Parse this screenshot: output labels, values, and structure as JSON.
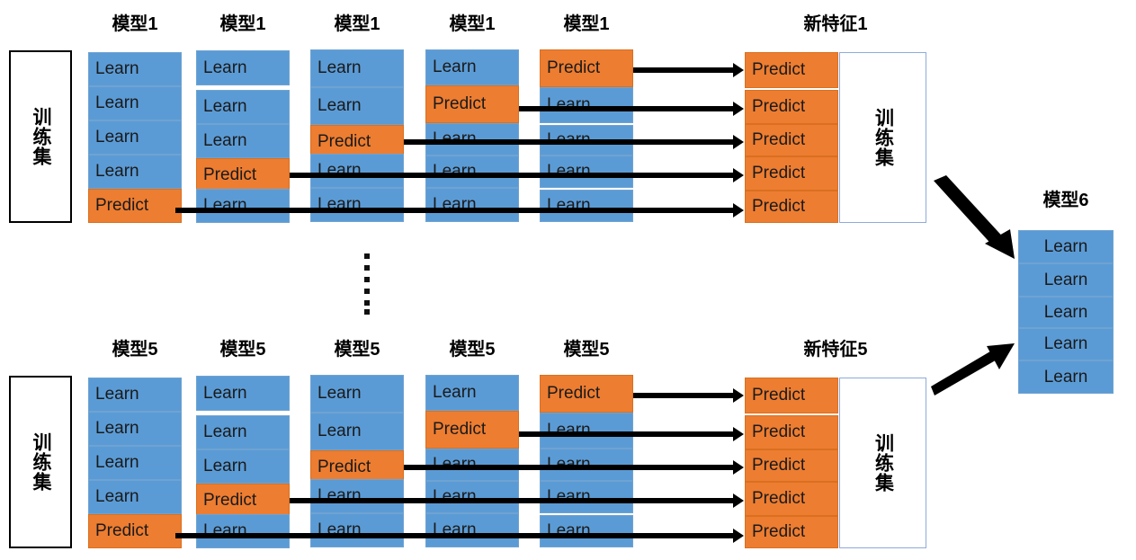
{
  "labels": {
    "learn": "Learn",
    "predict": "Predict",
    "training_set": "训练集",
    "model_top": "模型1",
    "model_bottom": "模型5",
    "newfeat_top": "新特征1",
    "newfeat_bottom": "新特征5",
    "final_model": "模型6"
  },
  "colors": {
    "learn_fill": "#5B9BD5",
    "predict_fill": "#ED7D31",
    "arrow": "#000000",
    "box_border": "#8FAADC",
    "train_border": "#000000"
  },
  "blocks": {
    "top": {
      "header_text": "模型1",
      "newfeature_header": "新特征1",
      "headers": [
        "模型1",
        "模型1",
        "模型1",
        "模型1",
        "模型1"
      ],
      "training_set_label": "训练集",
      "newfeature_training_set_label": "训练集",
      "folds": [
        {
          "index": 1,
          "cells": [
            "Learn",
            "Learn",
            "Learn",
            "Learn",
            "Predict"
          ],
          "predict_row": 5
        },
        {
          "index": 2,
          "cells": [
            "Learn",
            "Learn",
            "Learn",
            "Predict",
            "Learn"
          ],
          "predict_row": 4
        },
        {
          "index": 3,
          "cells": [
            "Learn",
            "Learn",
            "Predict",
            "Learn",
            "Learn"
          ],
          "predict_row": 3
        },
        {
          "index": 4,
          "cells": [
            "Learn",
            "Predict",
            "Learn",
            "Learn",
            "Learn"
          ],
          "predict_row": 2
        },
        {
          "index": 5,
          "cells": [
            "Predict",
            "Learn",
            "Learn",
            "Learn",
            "Learn"
          ],
          "predict_row": 1
        }
      ],
      "newfeature_cells": [
        "Predict",
        "Predict",
        "Predict",
        "Predict",
        "Predict"
      ]
    },
    "bottom": {
      "header_text": "模型5",
      "newfeature_header": "新特征5",
      "headers": [
        "模型5",
        "模型5",
        "模型5",
        "模型5",
        "模型5"
      ],
      "training_set_label": "训练集",
      "newfeature_training_set_label": "训练集",
      "folds": [
        {
          "index": 1,
          "cells": [
            "Learn",
            "Learn",
            "Learn",
            "Learn",
            "Predict"
          ],
          "predict_row": 5
        },
        {
          "index": 2,
          "cells": [
            "Learn",
            "Learn",
            "Learn",
            "Predict",
            "Learn"
          ],
          "predict_row": 4
        },
        {
          "index": 3,
          "cells": [
            "Learn",
            "Learn",
            "Predict",
            "Learn",
            "Learn"
          ],
          "predict_row": 3
        },
        {
          "index": 4,
          "cells": [
            "Learn",
            "Predict",
            "Learn",
            "Learn",
            "Learn"
          ],
          "predict_row": 2
        },
        {
          "index": 5,
          "cells": [
            "Predict",
            "Learn",
            "Learn",
            "Learn",
            "Learn"
          ],
          "predict_row": 1
        }
      ],
      "newfeature_cells": [
        "Predict",
        "Predict",
        "Predict",
        "Predict",
        "Predict"
      ]
    }
  },
  "final": {
    "header": "模型6",
    "cells": [
      "Learn",
      "Learn",
      "Learn",
      "Learn",
      "Learn"
    ]
  },
  "ellipsis": {
    "dots": 6
  }
}
